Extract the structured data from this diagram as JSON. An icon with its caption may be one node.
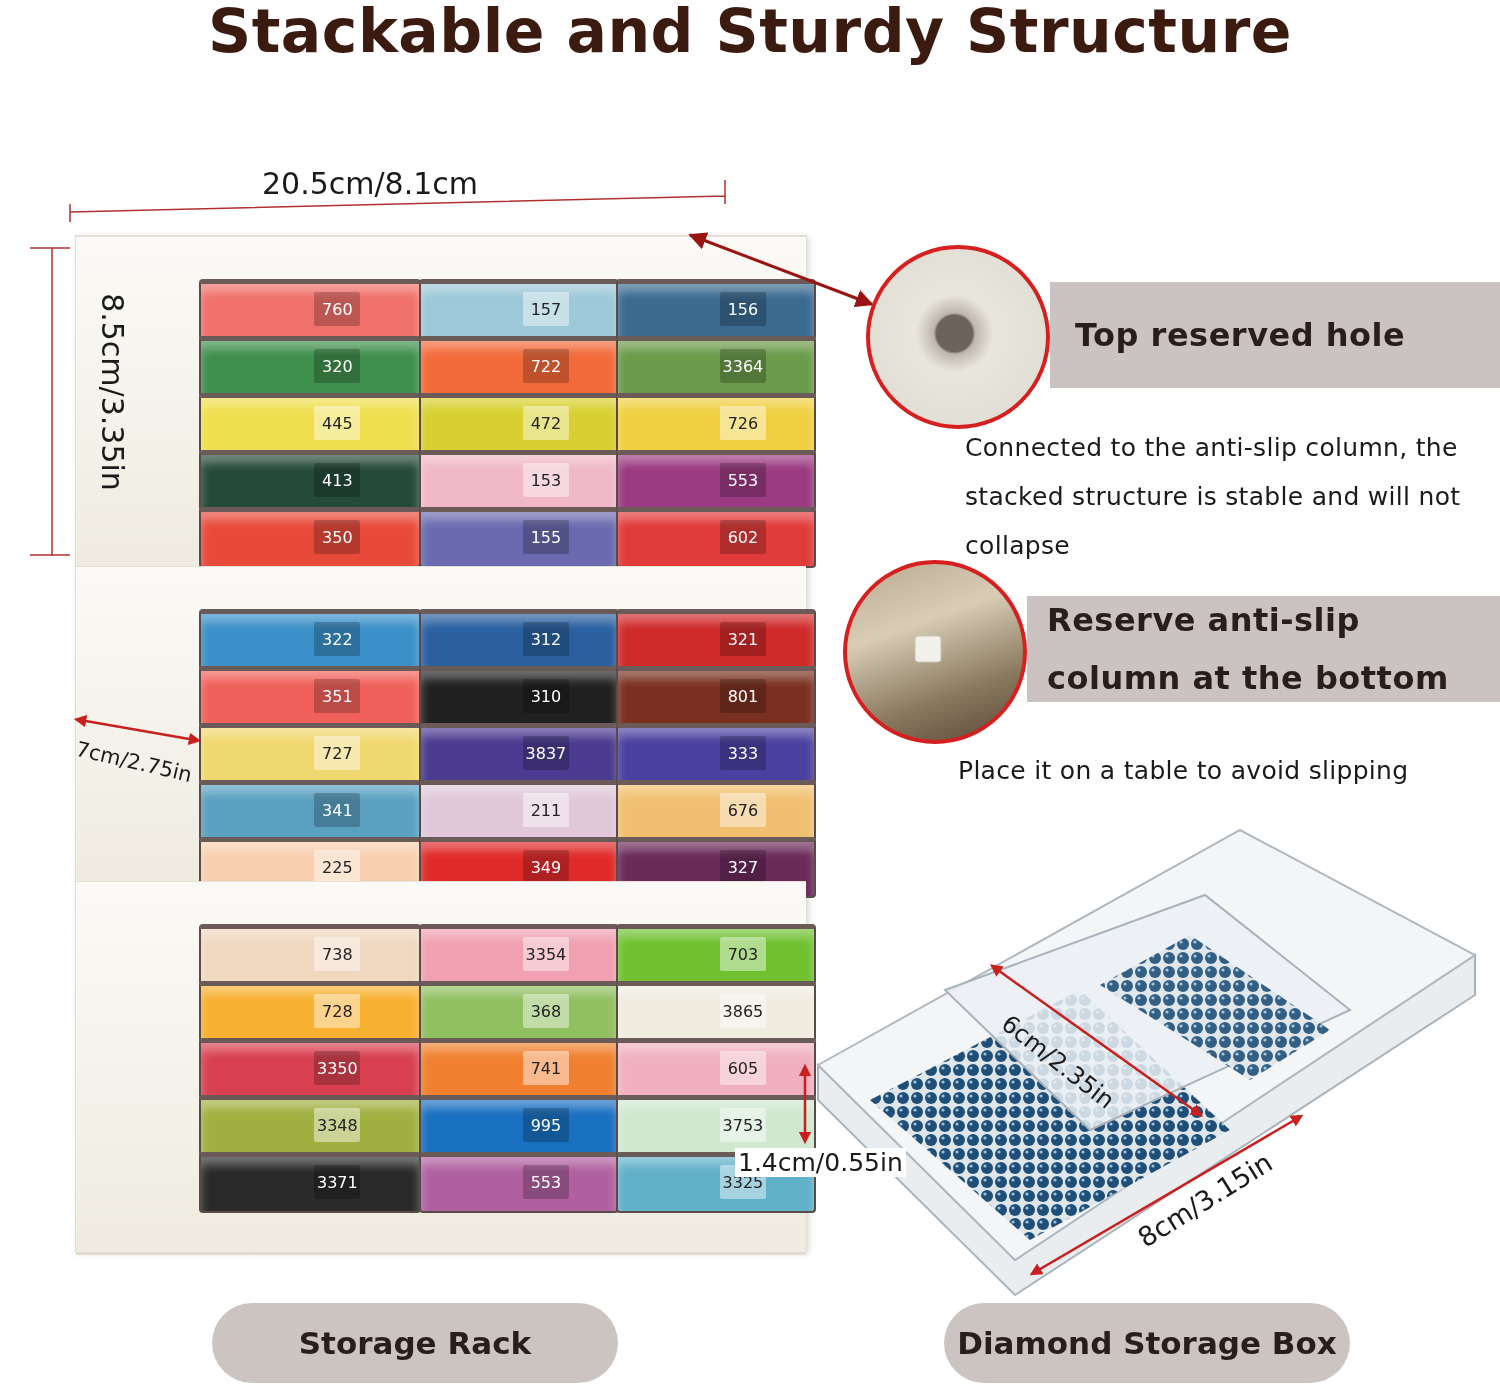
{
  "diagram": {
    "title": "Stackable and Sturdy Structure",
    "nodes": [
      {
        "text": [],
        "shape": "picture"
      },
      {
        "text": [],
        "shape": "circle"
      },
      {
        "text": [
          "Top reserved hole"
        ]
      },
      {
        "text": [],
        "shape": "circle"
      },
      {
        "text": [
          "Reserve anti-slip column at the bottom"
        ]
      },
      {
        "text": [],
        "shape": "picture"
      },
      {
        "text": [
          "Storage Rack"
        ]
      },
      {
        "text": [
          "Diamond Storage Box"
        ]
      }
    ],
    "edges": [
      {
        "from": 0,
        "to": 1,
        "arrow": "both"
      }
    ],
    "labels": [
      "20.5cm/8.1cm",
      "8.5cm/3.35in",
      "760",
      "320",
      "445",
      "413",
      "350",
      "157",
      "722",
      "472",
      "153",
      "155",
      "156",
      "3364",
      "726",
      "553",
      "602",
      "322",
      "351",
      "727",
      "341",
      "225",
      "312",
      "310",
      "3837",
      "211",
      "349",
      "321",
      "801",
      "333",
      "676",
      "327",
      "738",
      "728",
      "3350",
      "3348",
      "3371",
      "3354",
      "368",
      "741",
      "995",
      "553",
      "703",
      "3865",
      "605",
      "3753",
      "3325",
      "7cm/2.75in",
      "6cm/2.35in",
      "1.4cm/0.55in",
      "8cm/3.15in",
      "Connected to the anti-slip column, the stacked structure is stable and will not collapse",
      "Place it on a table to avoid slipping"
    ]
  }
}
